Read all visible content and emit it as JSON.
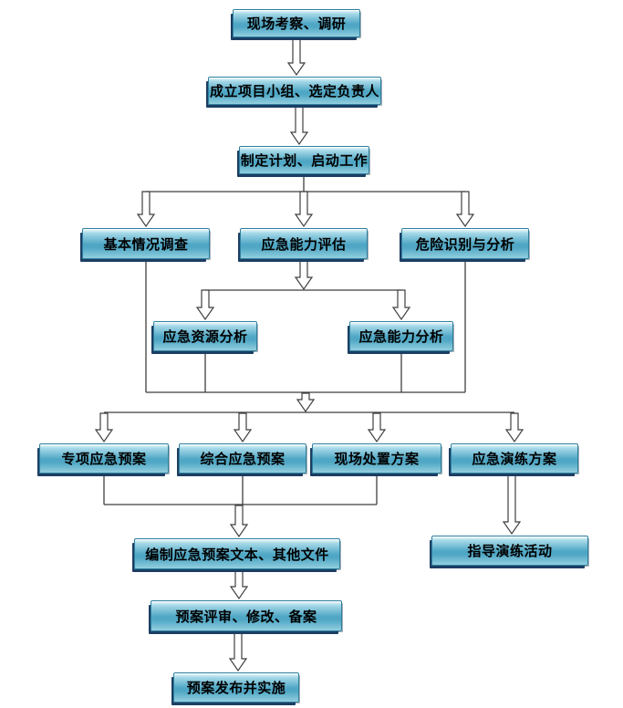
{
  "diagram": {
    "nodes": {
      "site_survey": "现场考察、调研",
      "form_team": "成立项目小组、选定负责人",
      "make_plan": "制定计划、启动工作",
      "basic_investigation": "基本情况调查",
      "capability_evaluation": "应急能力评估",
      "hazard_identification": "危险识别与分析",
      "resource_analysis": "应急资源分析",
      "capability_analysis": "应急能力分析",
      "special_plan": "专项应急预案",
      "comprehensive_plan": "综合应急预案",
      "onsite_plan": "现场处置方案",
      "drill_plan": "应急演练方案",
      "compile_documents": "编制应急预案文本、其他文件",
      "guide_drill": "指导演练活动",
      "review_revise": "预案评审、修改、备案",
      "publish_implement": "预案发布并实施"
    },
    "edges": [
      {
        "from": "site_survey",
        "to": "form_team"
      },
      {
        "from": "form_team",
        "to": "make_plan"
      },
      {
        "from": "make_plan",
        "to": "basic_investigation"
      },
      {
        "from": "make_plan",
        "to": "capability_evaluation"
      },
      {
        "from": "make_plan",
        "to": "hazard_identification"
      },
      {
        "from": "capability_evaluation",
        "to": "resource_analysis"
      },
      {
        "from": "capability_evaluation",
        "to": "capability_analysis"
      },
      {
        "from": "basic_investigation",
        "to": "merge"
      },
      {
        "from": "resource_analysis",
        "to": "merge"
      },
      {
        "from": "capability_analysis",
        "to": "merge"
      },
      {
        "from": "hazard_identification",
        "to": "merge"
      },
      {
        "from": "merge",
        "to": "special_plan"
      },
      {
        "from": "merge",
        "to": "comprehensive_plan"
      },
      {
        "from": "merge",
        "to": "onsite_plan"
      },
      {
        "from": "merge",
        "to": "drill_plan"
      },
      {
        "from": "special_plan",
        "to": "compile_documents"
      },
      {
        "from": "comprehensive_plan",
        "to": "compile_documents"
      },
      {
        "from": "onsite_plan",
        "to": "compile_documents"
      },
      {
        "from": "drill_plan",
        "to": "guide_drill"
      },
      {
        "from": "compile_documents",
        "to": "review_revise"
      },
      {
        "from": "review_revise",
        "to": "publish_implement"
      }
    ],
    "colors": {
      "background": "#ffffff",
      "box_fill_top": "#f2fbfd",
      "box_fill_light": "#a6d9e8",
      "box_fill_mid": "#4fa7c5",
      "box_fill_bottom": "#93cfdf",
      "box_border": "#2e7f9e",
      "box_shadow": "#1c3e63",
      "connector": "#3f3f3f",
      "text": "#000000"
    }
  }
}
